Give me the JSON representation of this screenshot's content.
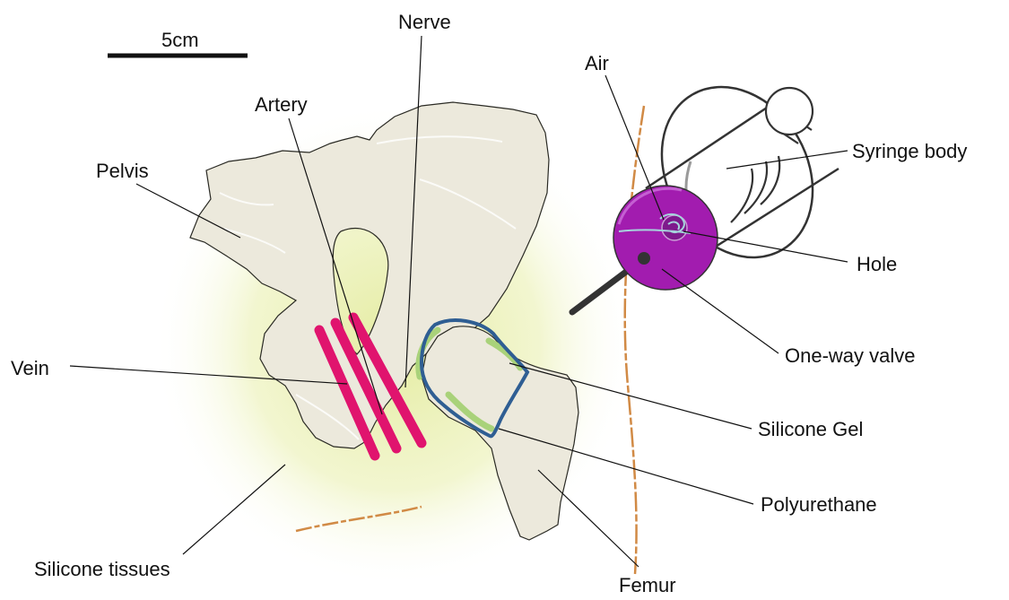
{
  "scale_bar": {
    "label": "5cm"
  },
  "labels": {
    "nerve": "Nerve",
    "air": "Air",
    "artery": "Artery",
    "pelvis": "Pelvis",
    "syringe_body": "Syringe body",
    "hole": "Hole",
    "one_way_valve": "One-way valve",
    "vein": "Vein",
    "silicone_gel": "Silicone Gel",
    "polyurethane": "Polyurethane",
    "silicone_tissues": "Silicone tissues",
    "femur": "Femur"
  },
  "colors": {
    "bone": "#ece9dc",
    "bone_outline": "#2a2a24",
    "tissue_glow": "#e3eb9c",
    "vessel": "#e0146e",
    "joint_outline": "#2f5e93",
    "gel": "#a9d27a",
    "valve": "#a21caf",
    "skin_line": "#d18a45"
  }
}
